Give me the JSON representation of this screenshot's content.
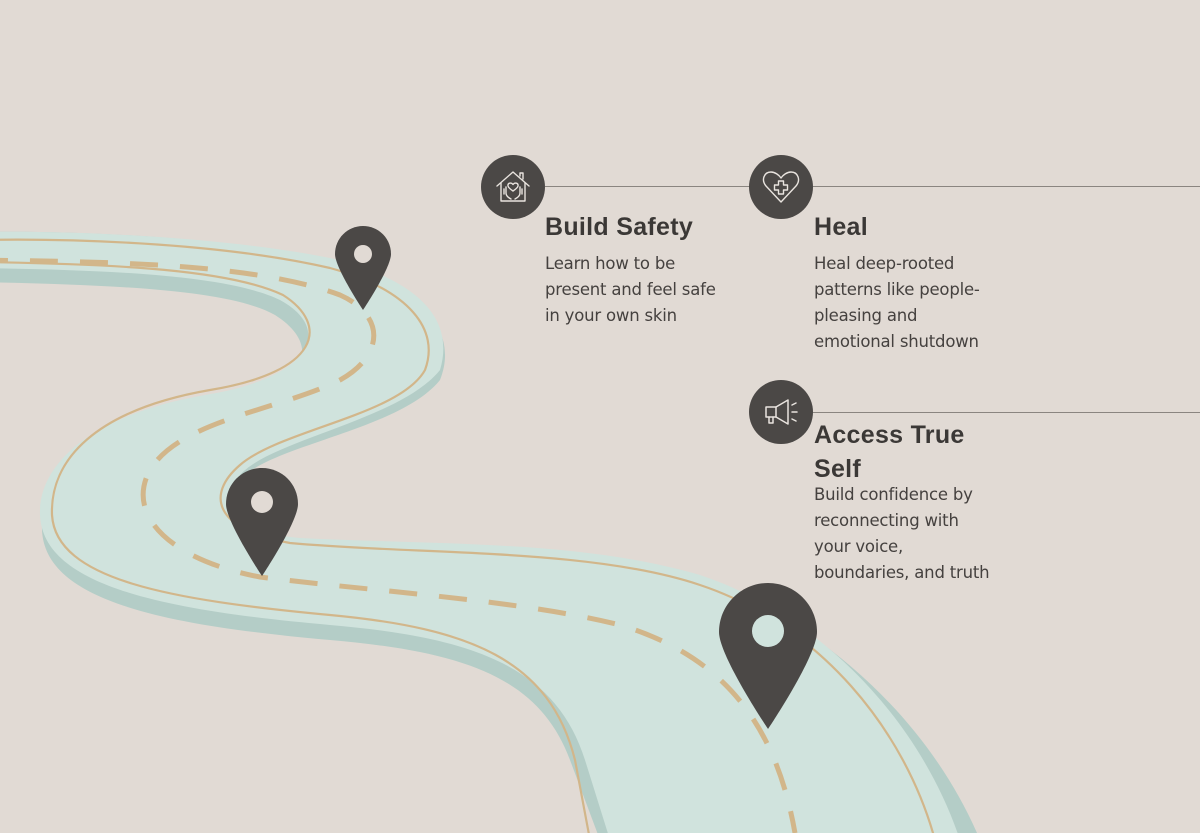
{
  "colors": {
    "background": "#e1dad4",
    "road_surface": "#d0e3dd",
    "road_side": "#b4cdc7",
    "road_lines": "#d2b68a",
    "dark": "#4b4846",
    "text": "#3e3b39",
    "connector": "#8a8580"
  },
  "steps": [
    {
      "icon": "house-heart-hands-icon",
      "title": "Build Safety",
      "description_lines": [
        "Learn how to be",
        "present and feel safe",
        "in your own skin"
      ]
    },
    {
      "icon": "heart-medical-cross-icon",
      "title": "Heal",
      "description_lines": [
        "Heal deep-rooted",
        "patterns like people-",
        "pleasing and",
        "emotional shutdown"
      ]
    },
    {
      "icon": "megaphone-icon",
      "title_lines": [
        "Access True",
        "Self"
      ],
      "description_lines": [
        "Build confidence by",
        "reconnecting with",
        "your voice,",
        "boundaries, and truth"
      ]
    }
  ],
  "map_pins": [
    {
      "name": "pin-1",
      "icon": "map-pin-icon"
    },
    {
      "name": "pin-2",
      "icon": "map-pin-icon"
    },
    {
      "name": "pin-3",
      "icon": "map-pin-icon"
    }
  ]
}
